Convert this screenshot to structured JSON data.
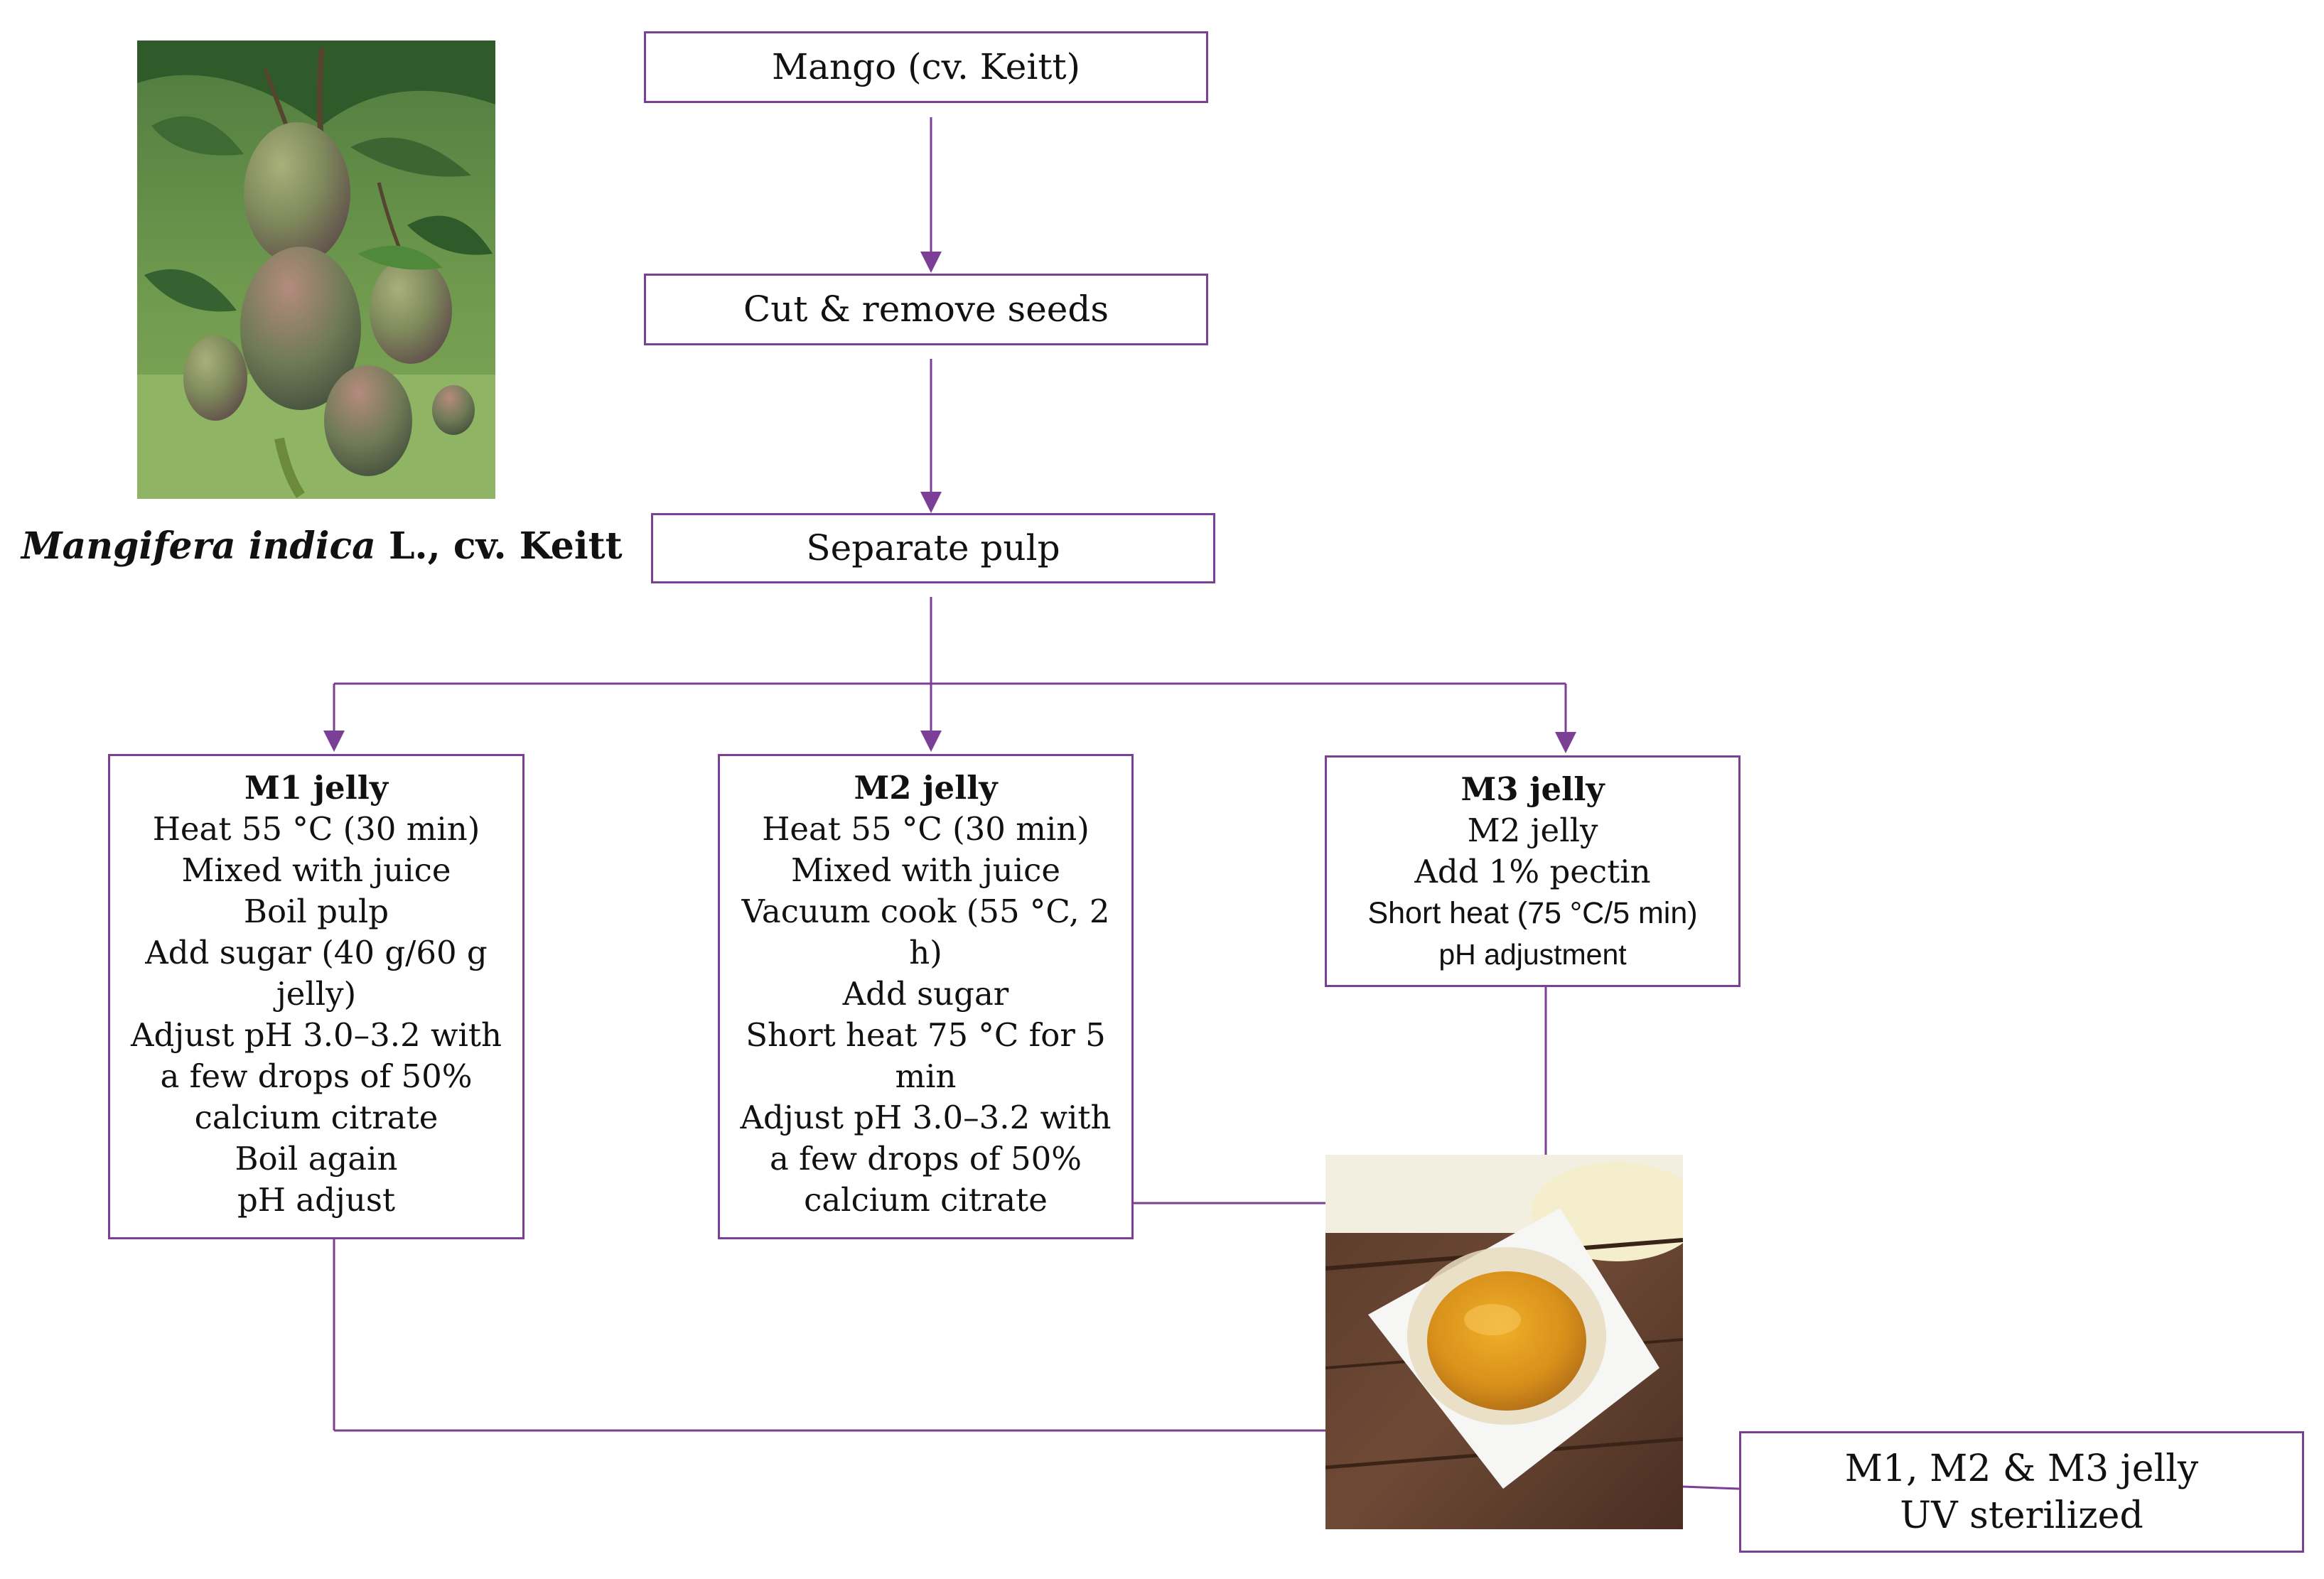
{
  "caption": {
    "scientific_name": "Mangifera indica",
    "suffix": " L., cv. Keitt"
  },
  "steps": {
    "mango": "Mango (cv. Keitt)",
    "cut": "Cut & remove seeds",
    "separate": "Separate pulp"
  },
  "m1": {
    "title": "M1 jelly",
    "lines": [
      "Heat 55 °C (30 min)",
      "Mixed with juice",
      "Boil pulp",
      "Add sugar (40 g/60 g",
      "jelly)",
      "Adjust pH 3.0–3.2 with",
      "a few drops of 50%",
      "calcium citrate",
      "Boil again",
      "pH adjust"
    ]
  },
  "m2": {
    "title": "M2 jelly",
    "lines": [
      "Heat 55 °C (30 min)",
      "Mixed with juice",
      "Vacuum cook (55 °C, 2",
      "h)",
      "Add sugar",
      "Short heat 75 °C for 5",
      "min",
      "Adjust pH 3.0–3.2 with",
      "a few drops of 50%",
      "calcium citrate"
    ]
  },
  "m3": {
    "title": "M3 jelly",
    "lines": [
      "M2 jelly",
      "Add 1% pectin",
      "Short heat (75 °C/5 min)",
      "pH adjustment"
    ]
  },
  "final": {
    "line1": "M1, M2 & M3 jelly",
    "line2": "UV sterilized"
  },
  "colors": {
    "connector": "#7b3f96",
    "box_border": "#7b3f96"
  },
  "images": {
    "mango_photo": "mango-tree-photo",
    "jelly_photo": "jelly-cup-photo"
  }
}
